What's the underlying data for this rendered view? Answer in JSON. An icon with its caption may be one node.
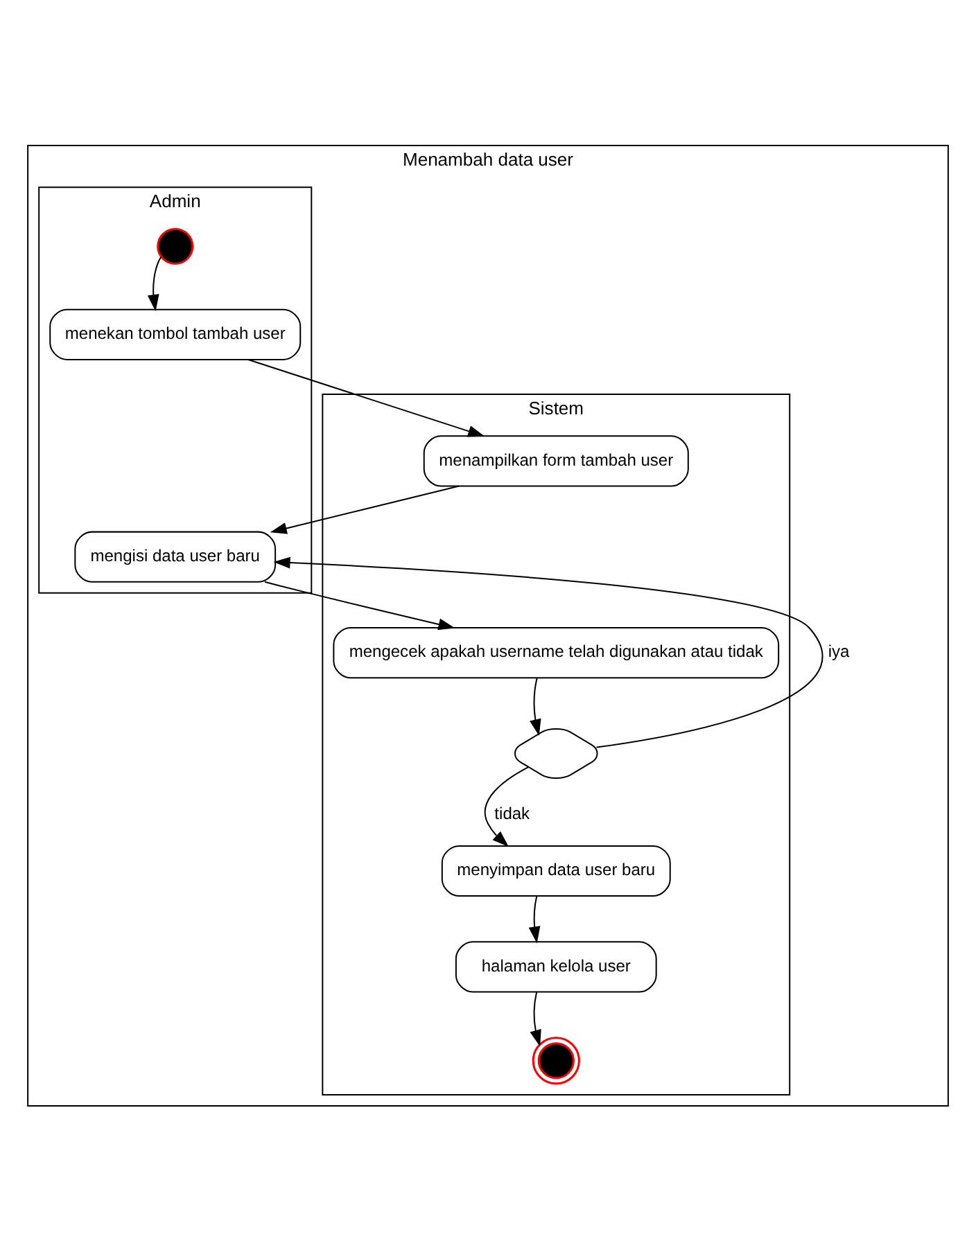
{
  "diagram": {
    "nodes": [
      {
        "text": [
          "Menambah data user"
        ]
      },
      {
        "text": [
          "Sistem"
        ],
        "in": 0
      },
      {
        "text": [
          "Admin"
        ],
        "in": 0
      },
      {
        "text": [],
        "shape": "circle",
        "in": 2
      },
      {
        "text": [
          "menekan tombol tambah user"
        ],
        "in": 2
      },
      {
        "text": [
          "menampilkan form tambah user"
        ],
        "in": 1
      },
      {
        "text": [
          "mengisi data user baru"
        ],
        "in": 2
      },
      {
        "text": [
          "mengecek apakah username telah digunakan atau tidak"
        ],
        "in": 1
      },
      {
        "text": [],
        "shape": "diamond",
        "in": 1
      },
      {
        "text": [
          "menyimpan data user baru"
        ],
        "in": 1
      },
      {
        "text": [
          "halaman kelola user"
        ],
        "in": 1
      },
      {
        "text": [],
        "shape": "bullseye",
        "in": 1
      }
    ],
    "edges": [
      {
        "from": 3,
        "to": 4,
        "arrow": "to"
      },
      {
        "from": 4,
        "to": 5,
        "arrow": "to"
      },
      {
        "from": 5,
        "to": 6,
        "arrow": "to"
      },
      {
        "from": 6,
        "to": 7,
        "arrow": "to"
      },
      {
        "from": 7,
        "to": 8,
        "arrow": "to"
      },
      {
        "from": 8,
        "to": 6,
        "arrow": "to",
        "label": "iya"
      },
      {
        "from": 8,
        "to": 9,
        "arrow": "to",
        "label": "tidak"
      },
      {
        "from": 9,
        "to": 10,
        "arrow": "to"
      },
      {
        "from": 10,
        "to": 11,
        "arrow": "to"
      }
    ]
  }
}
